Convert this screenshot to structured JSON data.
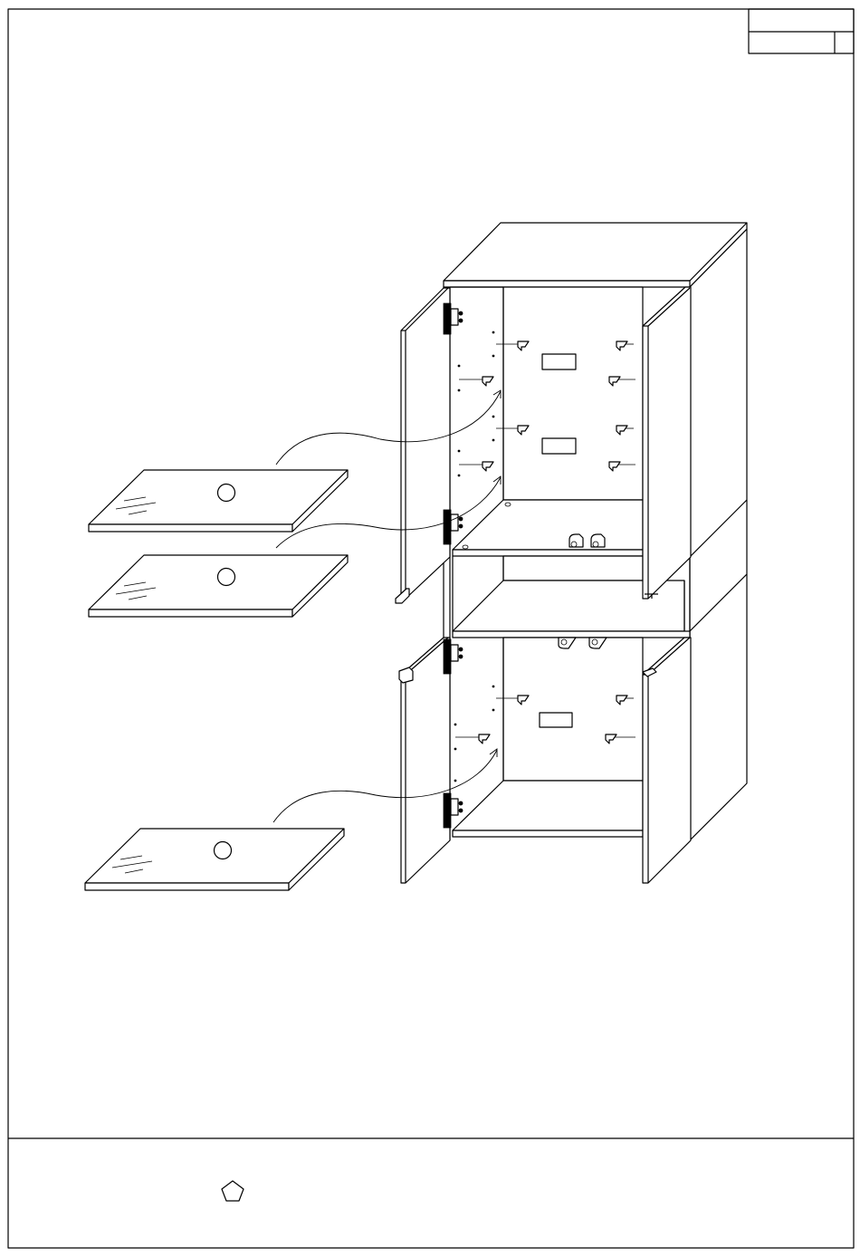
{
  "page": {
    "title_block": {
      "cell_top": "",
      "cell_bottom_left": "",
      "cell_bottom_right": ""
    },
    "footer": {
      "note": ""
    }
  },
  "drawing": {
    "shelves": [
      {
        "id": "glass-shelf-upper",
        "badge": ""
      },
      {
        "id": "glass-shelf-middle",
        "badge": ""
      },
      {
        "id": "glass-shelf-lower",
        "badge": ""
      }
    ],
    "labels": [
      {
        "id": "rear-label-1",
        "text": ""
      },
      {
        "id": "rear-label-2",
        "text": ""
      },
      {
        "id": "rear-label-3",
        "text": ""
      }
    ],
    "footer_symbol": {
      "icon": "pentagon-icon",
      "text": ""
    }
  }
}
